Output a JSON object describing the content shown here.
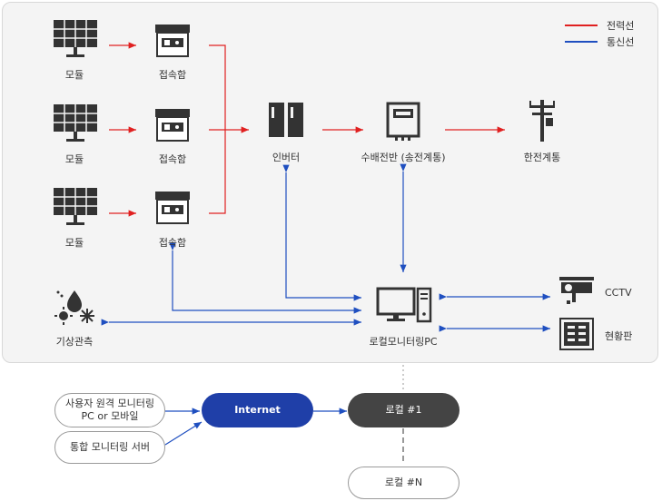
{
  "legend": {
    "power": "전력선",
    "comm": "통신선",
    "power_color": "#e02020",
    "comm_color": "#1f4fc0"
  },
  "nodes": {
    "module1": "모듈",
    "module2": "모듈",
    "module3": "모듈",
    "junction1": "접속함",
    "junction2": "접속함",
    "junction3": "접속함",
    "inverter": "인버터",
    "panel": "수배전반 (송전계통)",
    "grid": "한전계통",
    "weather": "기상관측",
    "local_pc": "로컬모니터링PC",
    "cctv": "CCTV",
    "board": "현황판"
  },
  "bottom": {
    "remote": "사용자 원격 모니터링\nPC or 모바일",
    "server": "통합 모니터링 서버",
    "internet": "Internet",
    "local1": "로컬 #1",
    "localN": "로컬 #N"
  },
  "icons": {
    "module": "solar-panel-icon",
    "junction": "junction-box-icon",
    "inverter": "inverter-icon",
    "panel": "switchboard-icon",
    "grid": "utility-pole-icon",
    "weather": "weather-icon",
    "pc": "desktop-pc-icon",
    "cctv": "cctv-camera-icon",
    "board": "display-board-icon"
  }
}
